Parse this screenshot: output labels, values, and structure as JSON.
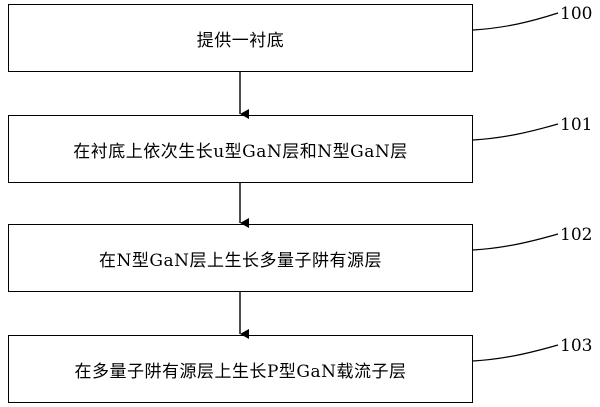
{
  "steps": [
    {
      "number": "100",
      "label": "提供一衬底"
    },
    {
      "number": "101",
      "label": "在衬底上依次生长u型GaN层和N型GaN层"
    },
    {
      "number": "102",
      "label": "在N型GaN层上生长多量子阱有源层"
    },
    {
      "number": "103",
      "label": "在多量子阱有源层上生长P型GaN载流子层"
    }
  ]
}
